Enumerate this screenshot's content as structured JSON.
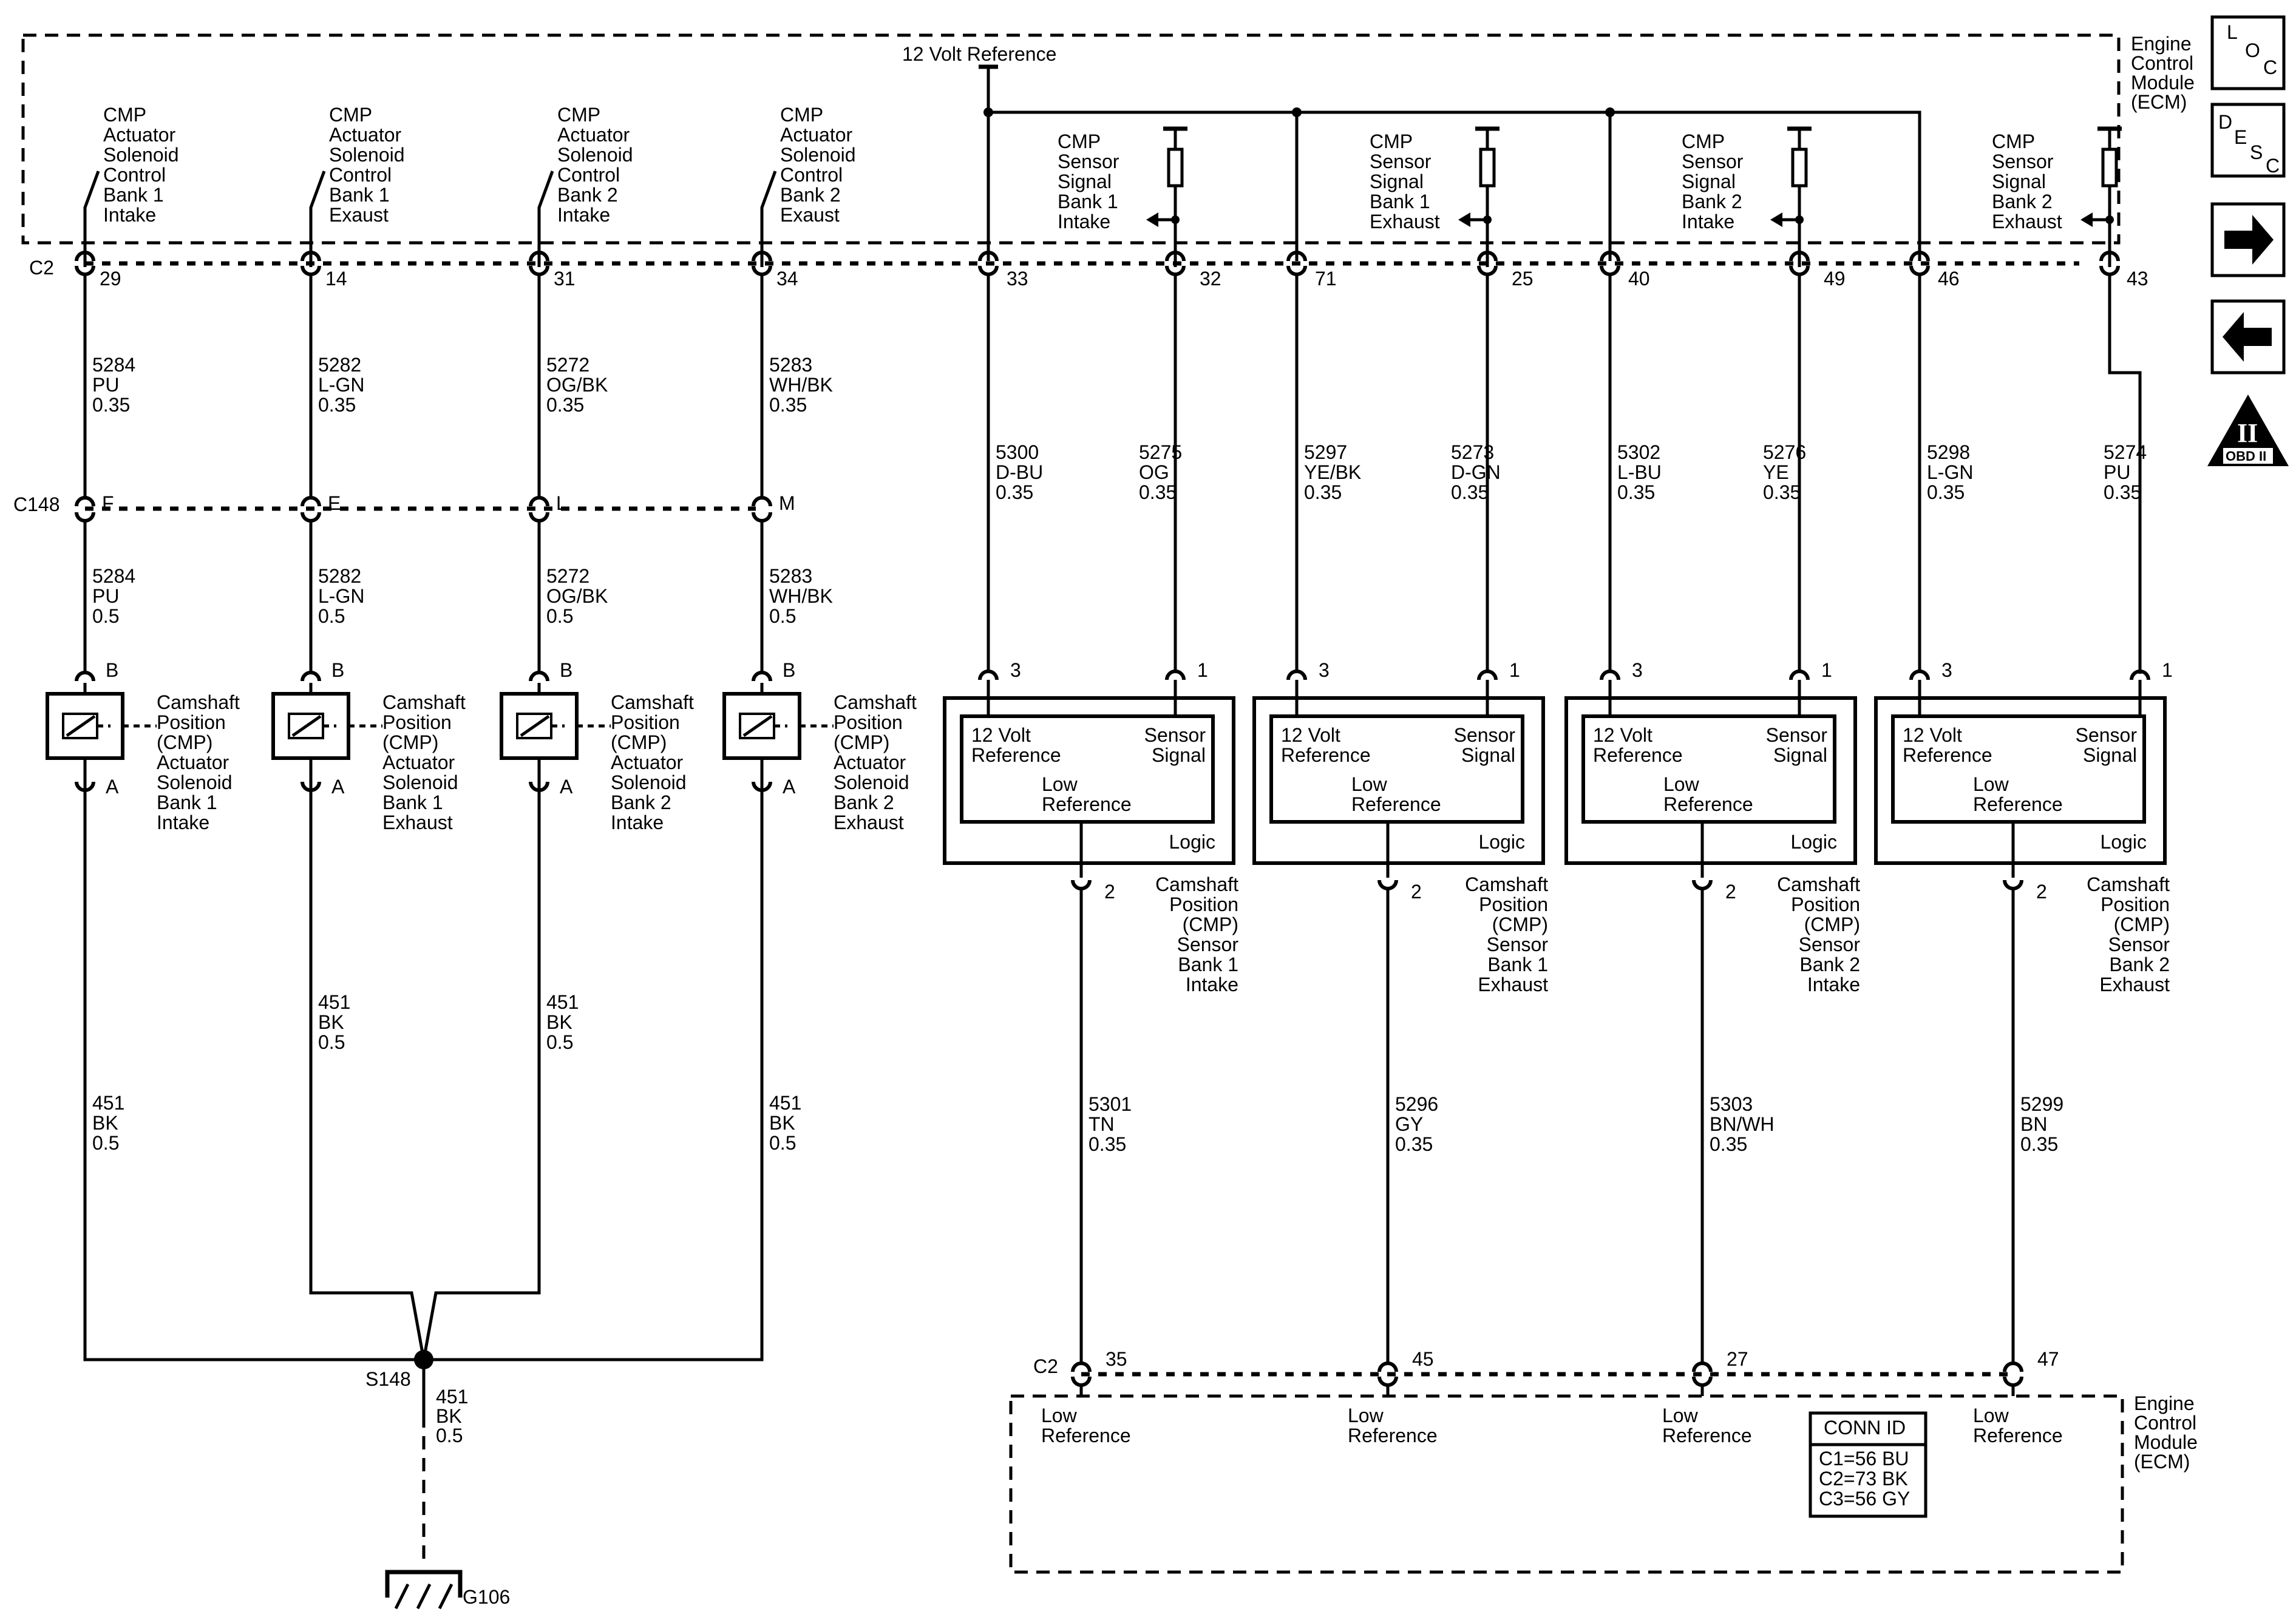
{
  "ecm": {
    "label": [
      "Engine",
      "Control",
      "Module",
      "(ECM)"
    ],
    "ref12": "12 Volt Reference"
  },
  "connectors": {
    "c2": "C2",
    "c2b": "C2",
    "c148": "C148"
  },
  "actuators": [
    {
      "ecm_lbl": [
        "CMP",
        "Actuator",
        "Solenoid",
        "Control",
        "Bank 1",
        "Intake"
      ],
      "pin": "29",
      "w1": [
        "5284",
        "PU",
        "0.35"
      ],
      "c148_pin": "F",
      "w2": [
        "5284",
        "PU",
        "0.5"
      ],
      "name": [
        "Camshaft",
        "Position",
        "(CMP)",
        "Actuator",
        "Solenoid",
        "Bank 1",
        "Intake"
      ],
      "gnd": [
        "451",
        "BK",
        "0.5"
      ]
    },
    {
      "ecm_lbl": [
        "CMP",
        "Actuator",
        "Solenoid",
        "Control",
        "Bank 1",
        "Exaust"
      ],
      "pin": "14",
      "w1": [
        "5282",
        "L-GN",
        "0.35"
      ],
      "c148_pin": "E",
      "w2": [
        "5282",
        "L-GN",
        "0.5"
      ],
      "name": [
        "Camshaft",
        "Position",
        "(CMP)",
        "Actuator",
        "Solenoid",
        "Bank 1",
        "Exhaust"
      ],
      "gnd": [
        "451",
        "BK",
        "0.5"
      ]
    },
    {
      "ecm_lbl": [
        "CMP",
        "Actuator",
        "Solenoid",
        "Control",
        "Bank 2",
        "Intake"
      ],
      "pin": "31",
      "w1": [
        "5272",
        "OG/BK",
        "0.35"
      ],
      "c148_pin": "L",
      "w2": [
        "5272",
        "OG/BK",
        "0.5"
      ],
      "name": [
        "Camshaft",
        "Position",
        "(CMP)",
        "Actuator",
        "Solenoid",
        "Bank 2",
        "Intake"
      ],
      "gnd": [
        "451",
        "BK",
        "0.5"
      ]
    },
    {
      "ecm_lbl": [
        "CMP",
        "Actuator",
        "Solenoid",
        "Control",
        "Bank 2",
        "Exaust"
      ],
      "pin": "34",
      "w1": [
        "5283",
        "WH/BK",
        "0.35"
      ],
      "c148_pin": "M",
      "w2": [
        "5283",
        "WH/BK",
        "0.5"
      ],
      "name": [
        "Camshaft",
        "Position",
        "(CMP)",
        "Actuator",
        "Solenoid",
        "Bank 2",
        "Exhaust"
      ],
      "gnd": [
        "451",
        "BK",
        "0.5"
      ]
    }
  ],
  "pin_a": "A",
  "pin_b": "B",
  "splice": {
    "name": "S148",
    "wire": [
      "451",
      "BK",
      "0.5"
    ],
    "ground": "G106"
  },
  "sensors": [
    {
      "sig_lbl": [
        "CMP",
        "Sensor",
        "Signal",
        "Bank 1",
        "Intake"
      ],
      "ref_pin": "33",
      "sig_pin": "32",
      "ref_wire": [
        "5300",
        "D-BU",
        "0.35"
      ],
      "sig_wire": [
        "5275",
        "OG",
        "0.35"
      ],
      "low_wire": [
        "5301",
        "TN",
        "0.35"
      ],
      "low_pin": "35",
      "name": [
        "Camshaft",
        "Position",
        "(CMP)",
        "Sensor",
        "Bank 1",
        "Intake"
      ]
    },
    {
      "sig_lbl": [
        "CMP",
        "Sensor",
        "Signal",
        "Bank 1",
        "Exhaust"
      ],
      "ref_pin": "71",
      "sig_pin": "25",
      "ref_wire": [
        "5297",
        "YE/BK",
        "0.35"
      ],
      "sig_wire": [
        "5273",
        "D-GN",
        "0.35"
      ],
      "low_wire": [
        "5296",
        "GY",
        "0.35"
      ],
      "low_pin": "45",
      "name": [
        "Camshaft",
        "Position",
        "(CMP)",
        "Sensor",
        "Bank 1",
        "Exhaust"
      ]
    },
    {
      "sig_lbl": [
        "CMP",
        "Sensor",
        "Signal",
        "Bank 2",
        "Intake"
      ],
      "ref_pin": "40",
      "sig_pin": "49",
      "ref_wire": [
        "5302",
        "L-BU",
        "0.35"
      ],
      "sig_wire": [
        "5276",
        "YE",
        "0.35"
      ],
      "low_wire": [
        "5303",
        "BN/WH",
        "0.35"
      ],
      "low_pin": "27",
      "name": [
        "Camshaft",
        "Position",
        "(CMP)",
        "Sensor",
        "Bank 2",
        "Intake"
      ]
    },
    {
      "sig_lbl": [
        "CMP",
        "Sensor",
        "Signal",
        "Bank 2",
        "Exhaust"
      ],
      "ref_pin": "46",
      "sig_pin": "43",
      "ref_wire": [
        "5298",
        "L-GN",
        "0.35"
      ],
      "sig_wire": [
        "5274",
        "PU",
        "0.35"
      ],
      "low_wire": [
        "5299",
        "BN",
        "0.35"
      ],
      "low_pin": "47",
      "name": [
        "Camshaft",
        "Position",
        "(CMP)",
        "Sensor",
        "Bank 2",
        "Exhaust"
      ]
    }
  ],
  "sensor_pins": {
    "ref": "3",
    "sig": "1",
    "low": "2"
  },
  "sensor_box": {
    "ref": [
      "12 Volt",
      "Reference"
    ],
    "sig": [
      "Sensor",
      "Signal"
    ],
    "low": [
      "Low",
      "Reference"
    ],
    "logic": "Logic"
  },
  "ecm_low_ref": [
    "Low",
    "Reference"
  ],
  "conn_id": {
    "title": "CONN ID",
    "rows": [
      "C1=56 BU",
      "C2=73 BK",
      "C3=56 GY"
    ]
  },
  "side_icons": {
    "loc": {
      "name": "loc-icon",
      "letters": [
        "L",
        "O",
        "C"
      ]
    },
    "desc": {
      "name": "desc-icon",
      "letters": [
        "D",
        "E",
        "S",
        "C"
      ]
    },
    "next": {
      "name": "arrow-right-icon"
    },
    "prev": {
      "name": "arrow-left-icon"
    },
    "obd": {
      "name": "obd-ii-icon",
      "mark": "II",
      "text": "OBD II"
    }
  }
}
